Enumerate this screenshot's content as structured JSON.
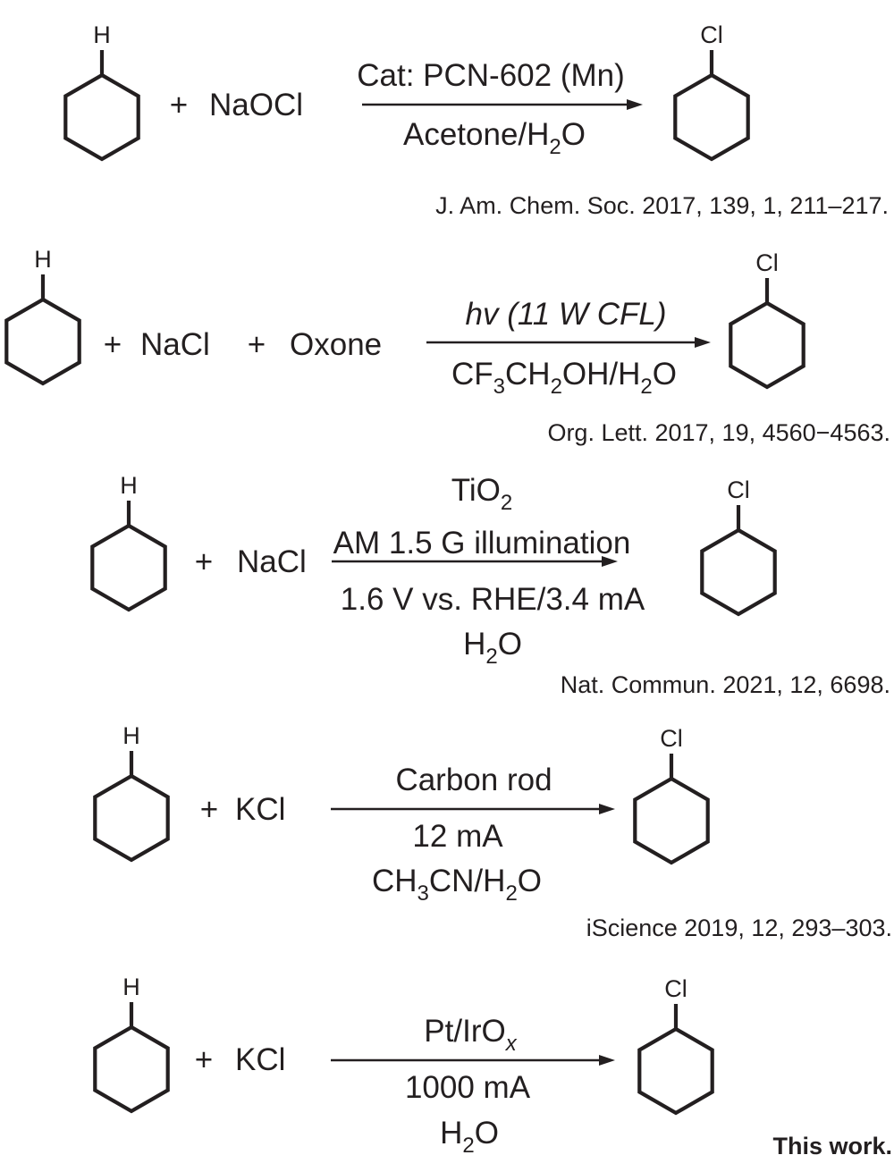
{
  "atoms": {
    "h": "H",
    "cl": "Cl"
  },
  "plus": "+",
  "reactions": [
    {
      "reagents": [
        {
          "text": "NaOCl"
        }
      ],
      "above": [
        [
          {
            "t": "Cat: PCN-602 (Mn)"
          }
        ]
      ],
      "below": [
        [
          {
            "t": "Acetone/H"
          },
          {
            "t": "2",
            "sub": true
          },
          {
            "t": "O"
          }
        ]
      ],
      "reference": "J. Am. Chem. Soc. 2017, 139, 1, 211–217."
    },
    {
      "reagents": [
        {
          "text": "NaCl"
        },
        {
          "text": "Oxone"
        }
      ],
      "above": [
        [
          {
            "t": "hv (11 W CFL)",
            "italic": true
          }
        ]
      ],
      "below": [
        [
          {
            "t": "CF"
          },
          {
            "t": "3",
            "sub": true
          },
          {
            "t": "CH"
          },
          {
            "t": "2",
            "sub": true
          },
          {
            "t": "OH/H"
          },
          {
            "t": "2",
            "sub": true
          },
          {
            "t": "O"
          }
        ]
      ],
      "reference": "Org. Lett. 2017, 19, 4560−4563."
    },
    {
      "reagents": [
        {
          "text": "NaCl"
        }
      ],
      "above": [
        [
          {
            "t": "TiO"
          },
          {
            "t": "2",
            "sub": true
          }
        ],
        [
          {
            "t": "AM 1.5 G illumination"
          }
        ]
      ],
      "below": [
        [
          {
            "t": "1.6 V vs. RHE/3.4 mA"
          }
        ],
        [
          {
            "t": "H"
          },
          {
            "t": "2",
            "sub": true
          },
          {
            "t": "O"
          }
        ]
      ],
      "reference": "Nat. Commun. 2021, 12, 6698."
    },
    {
      "reagents": [
        {
          "text": "KCl"
        }
      ],
      "above": [
        [
          {
            "t": "Carbon rod"
          }
        ]
      ],
      "below": [
        [
          {
            "t": "12 mA"
          }
        ],
        [
          {
            "t": "CH"
          },
          {
            "t": "3",
            "sub": true
          },
          {
            "t": "CN/H"
          },
          {
            "t": "2",
            "sub": true
          },
          {
            "t": "O"
          }
        ]
      ],
      "reference": "iScience 2019, 12, 293–303."
    },
    {
      "reagents": [
        {
          "text": "KCl"
        }
      ],
      "above": [
        [
          {
            "t": "Pt/IrO"
          },
          {
            "t": "x",
            "sub": true,
            "italic": true
          }
        ]
      ],
      "below": [
        [
          {
            "t": "1000 mA"
          }
        ],
        [
          {
            "t": "H"
          },
          {
            "t": "2",
            "sub": true
          },
          {
            "t": "O"
          }
        ]
      ],
      "reference": "This work.",
      "reference_bold": true
    }
  ]
}
